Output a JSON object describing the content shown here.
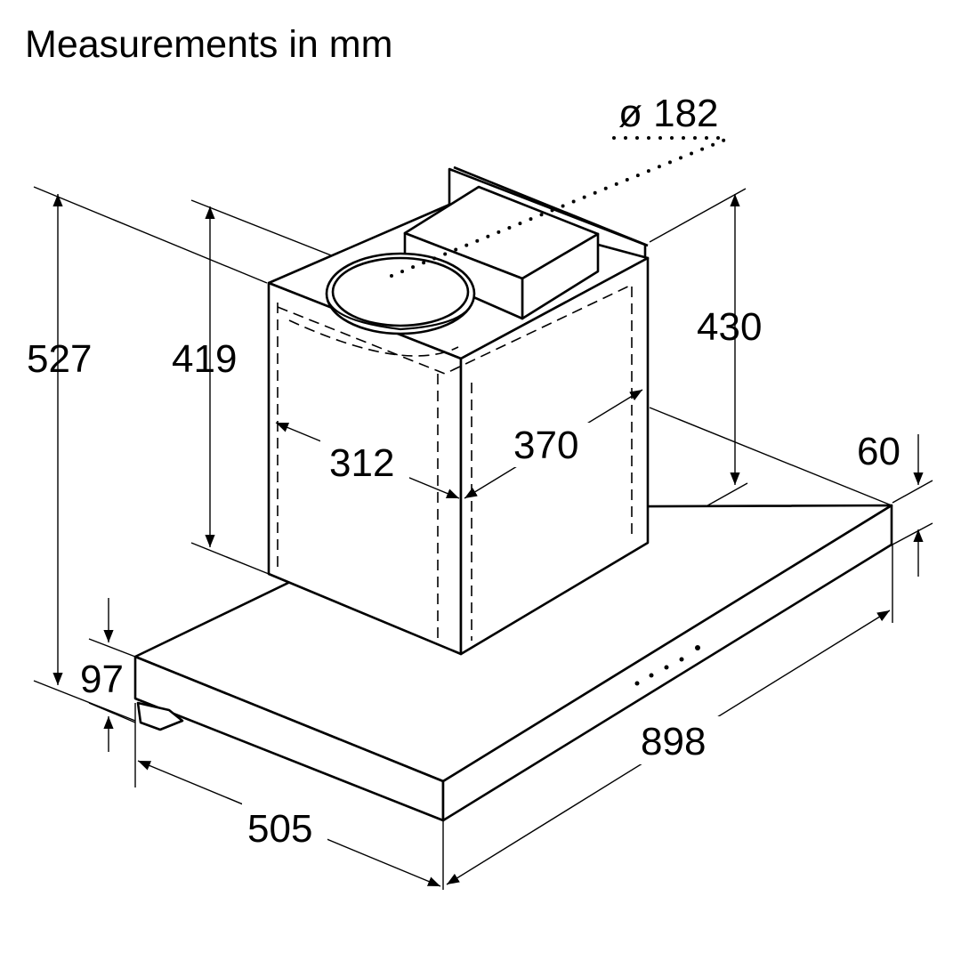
{
  "title": "Measurements in mm",
  "dimensions": {
    "duct_diameter": "ø 182",
    "total_height": "527",
    "chimney_height": "419",
    "chimney_height_right": "430",
    "chimney_width": "312",
    "chimney_depth": "370",
    "canopy_thickness_front": "60",
    "canopy_thickness_side": "97",
    "width": "898",
    "depth": "505"
  }
}
